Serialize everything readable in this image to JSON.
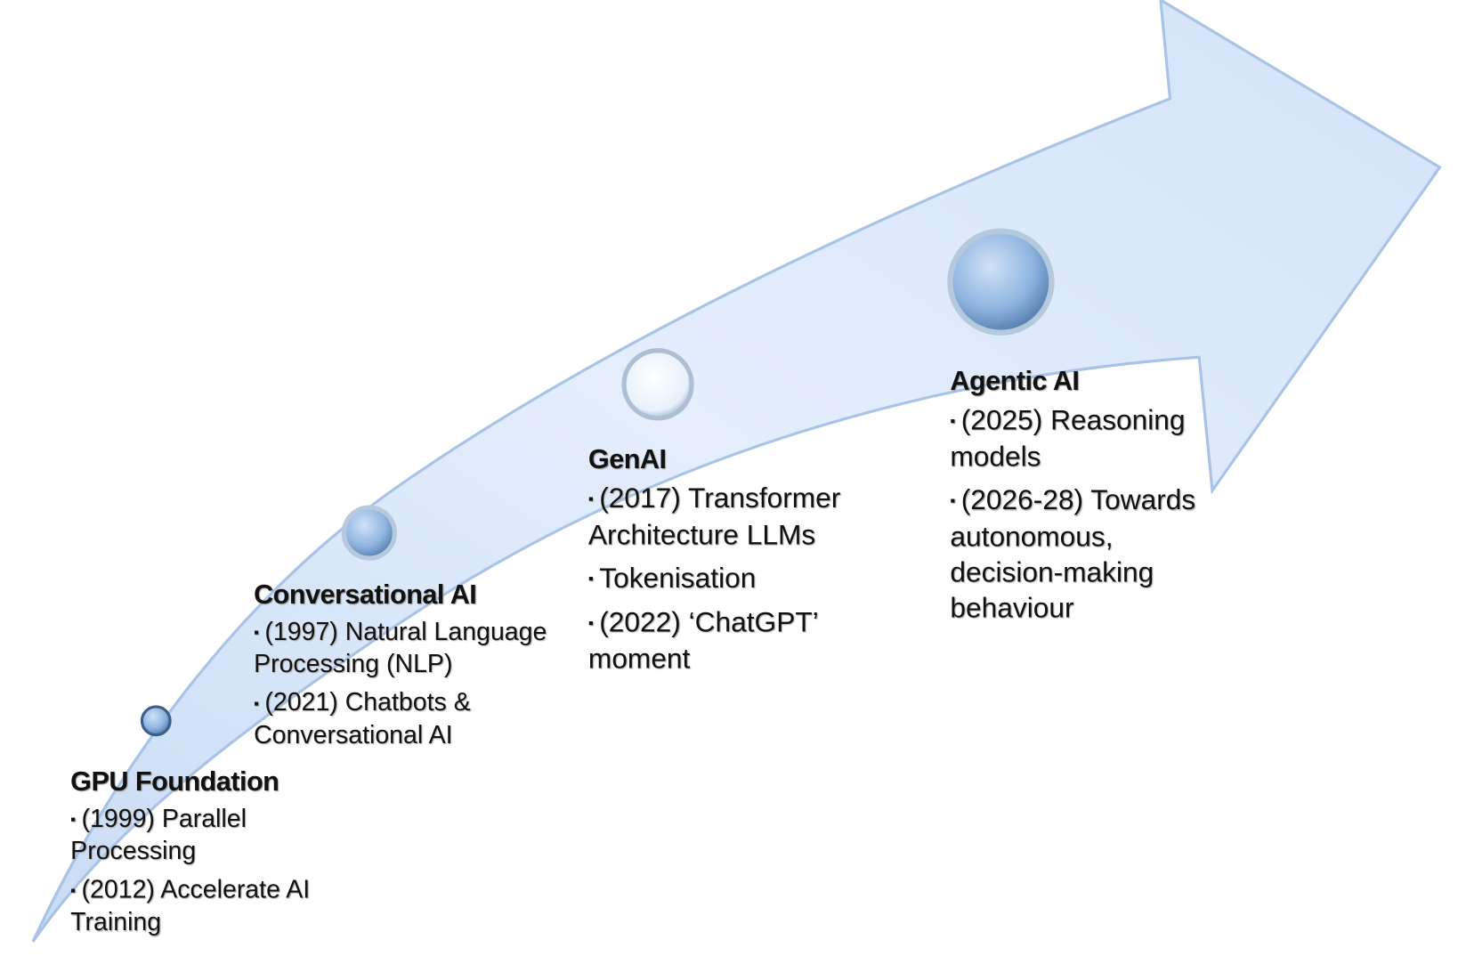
{
  "stages": [
    {
      "title": "GPU Foundation",
      "items": [
        "(1999) Parallel Processing",
        "(2012) Accelerate AI Training"
      ]
    },
    {
      "title": "Conversational AI",
      "items": [
        "(1997) Natural Language Processing (NLP)",
        "(2021) Chatbots & Conversational AI"
      ]
    },
    {
      "title": "GenAI",
      "items": [
        "(2017) Transformer Architecture LLMs",
        "Tokenisation",
        "(2022) ‘ChatGPT’ moment"
      ]
    },
    {
      "title": "Agentic AI",
      "items": [
        "(2025) Reasoning models",
        "(2026-28) Towards autonomous, decision-making behaviour"
      ]
    }
  ],
  "bullet": "▪",
  "colors": {
    "arrow_fill": "#dbe8fb",
    "arrow_edge": "#a9c3e6",
    "node": "#8fb4e0"
  }
}
